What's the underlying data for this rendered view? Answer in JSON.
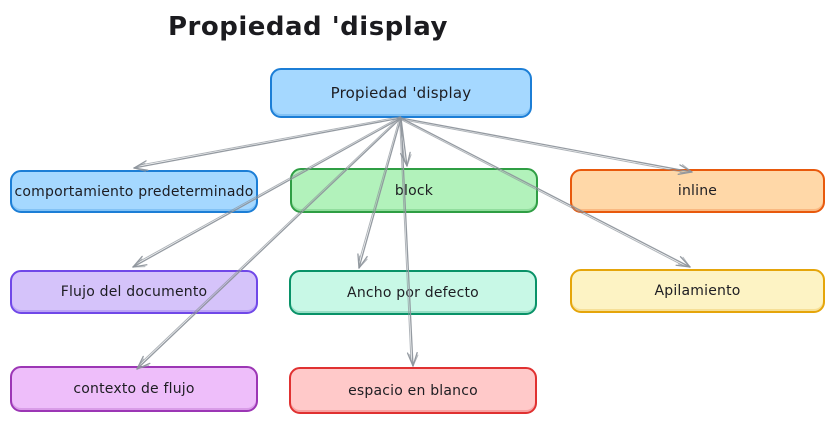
{
  "title": "Propiedad 'display",
  "diagram": {
    "arrow_color": "#8e959c",
    "text_color": "#1d1d22",
    "background": "#ffffff",
    "nodes": [
      {
        "id": "propiedad-display",
        "label": "Propiedad 'display",
        "fill": "#a5d8ff",
        "stroke": "#1c7ed6"
      },
      {
        "id": "comportamiento-predeterminado",
        "label": "comportamiento predeterminado",
        "fill": "#a5d8ff",
        "stroke": "#1c7ed6"
      },
      {
        "id": "block",
        "label": "block",
        "fill": "#b2f2bb",
        "stroke": "#2f9e44"
      },
      {
        "id": "inline",
        "label": "inline",
        "fill": "#ffd8a8",
        "stroke": "#e8590c"
      },
      {
        "id": "flujo-del-documento",
        "label": "Flujo del documento",
        "fill": "#d5c3fa",
        "stroke": "#7048e8"
      },
      {
        "id": "ancho-por-defecto",
        "label": "Ancho por defecto",
        "fill": "#c8f8e6",
        "stroke": "#099268"
      },
      {
        "id": "apilamiento",
        "label": "Apilamiento",
        "fill": "#fdf3c4",
        "stroke": "#e5a50a"
      },
      {
        "id": "contexto-de-flujo",
        "label": "contexto de flujo",
        "fill": "#eebefa",
        "stroke": "#9c36b5"
      },
      {
        "id": "espacio-en-blanco",
        "label": "espacio en blanco",
        "fill": "#ffc9c9",
        "stroke": "#e03131"
      }
    ],
    "edges": [
      {
        "from": "propiedad-display",
        "to": "comportamiento-predeterminado"
      },
      {
        "from": "propiedad-display",
        "to": "block"
      },
      {
        "from": "propiedad-display",
        "to": "inline"
      },
      {
        "from": "propiedad-display",
        "to": "flujo-del-documento"
      },
      {
        "from": "propiedad-display",
        "to": "ancho-por-defecto"
      },
      {
        "from": "propiedad-display",
        "to": "apilamiento"
      },
      {
        "from": "propiedad-display",
        "to": "contexto-de-flujo"
      },
      {
        "from": "propiedad-display",
        "to": "espacio-en-blanco"
      }
    ]
  }
}
